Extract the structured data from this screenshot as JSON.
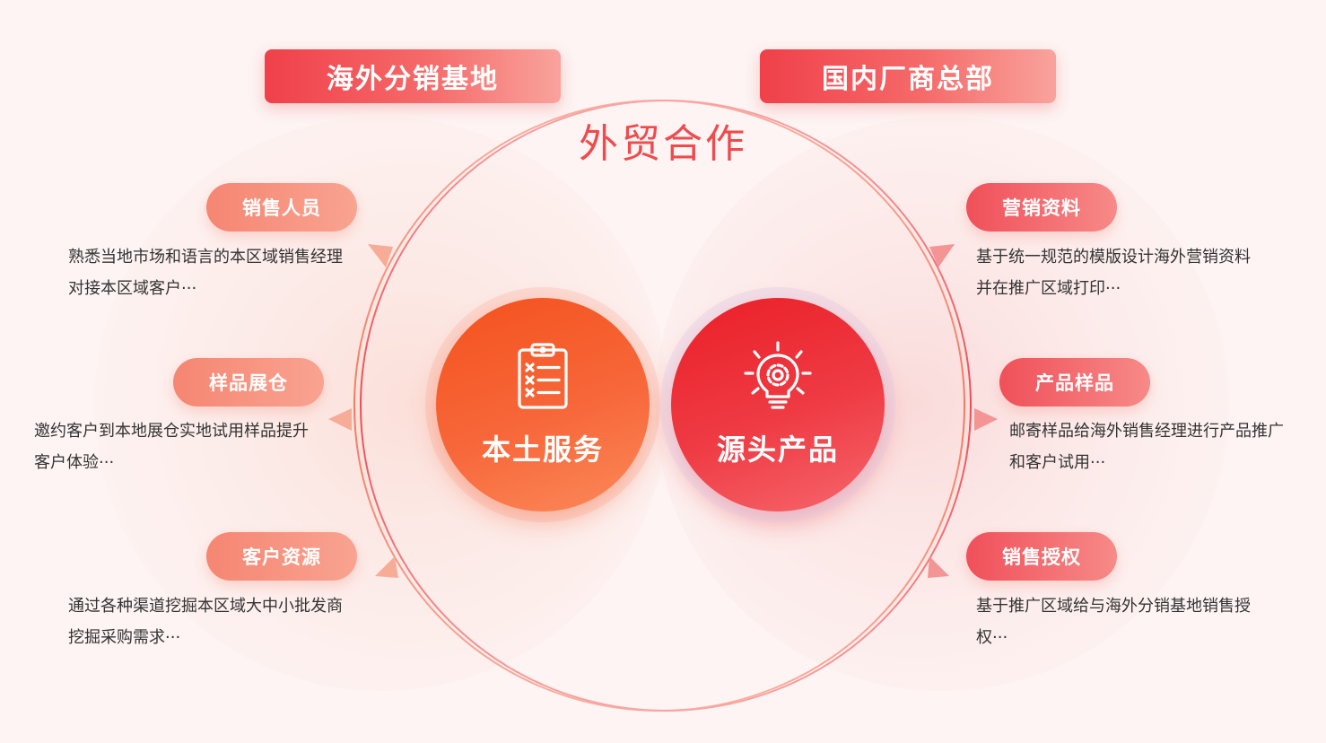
{
  "header": {
    "left_banner": "海外分销基地",
    "right_banner": "国内厂商总部",
    "center_title": "外贸合作"
  },
  "center": {
    "left_label": "本土服务",
    "right_label": "源头产品",
    "left_icon": "clipboard-checklist-icon",
    "right_icon": "lightbulb-gear-icon"
  },
  "left_items": [
    {
      "label": "销售人员",
      "desc": "熟悉当地市场和语言的本区域销售经理对接本区域客户···"
    },
    {
      "label": "样品展仓",
      "desc": "邀约客户到本地展仓实地试用样品提升客户体验···"
    },
    {
      "label": "客户资源",
      "desc": "通过各种渠道挖掘本区域大中小批发商挖掘采购需求···"
    }
  ],
  "right_items": [
    {
      "label": "营销资料",
      "desc": "基于统一规范的模版设计海外营销资料并在推广区域打印···"
    },
    {
      "label": "产品样品",
      "desc": "邮寄样品给海外销售经理进行产品推广和客户试用···"
    },
    {
      "label": "销售授权",
      "desc": "基于推广区域给与海外分销基地销售授权···"
    }
  ],
  "colors": {
    "accent_red": "#ee4b4e",
    "left_circle": "#f4521d",
    "right_circle": "#ea1f27",
    "background": "#fdf4f3"
  }
}
